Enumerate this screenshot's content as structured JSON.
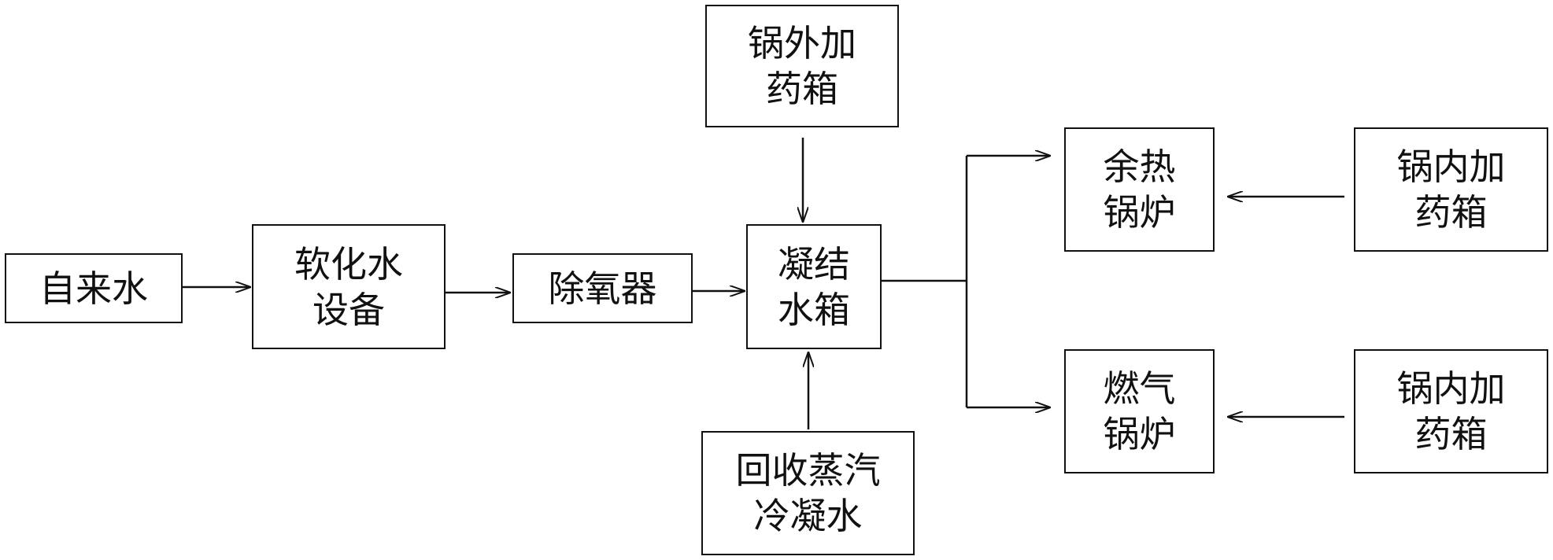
{
  "nodes": {
    "tap_water": "自来水",
    "softening": "软化水\n设备",
    "deaerator": "除氧器",
    "condensate_tank": "凝结\n水箱",
    "external_dosing": "锅外加\n药箱",
    "recovered_condensate": "回收蒸汽\n冷凝水",
    "waste_heat_boiler": "余热\n锅炉",
    "gas_boiler": "燃气\n锅炉",
    "internal_dosing_top": "锅内加\n药箱",
    "internal_dosing_bottom": "锅内加\n药箱"
  },
  "edges": [
    {
      "from": "tap_water",
      "to": "softening"
    },
    {
      "from": "softening",
      "to": "deaerator"
    },
    {
      "from": "deaerator",
      "to": "condensate_tank"
    },
    {
      "from": "external_dosing",
      "to": "condensate_tank"
    },
    {
      "from": "recovered_condensate",
      "to": "condensate_tank"
    },
    {
      "from": "condensate_tank",
      "to": "waste_heat_boiler"
    },
    {
      "from": "condensate_tank",
      "to": "gas_boiler"
    },
    {
      "from": "internal_dosing_top",
      "to": "waste_heat_boiler"
    },
    {
      "from": "internal_dosing_bottom",
      "to": "gas_boiler"
    }
  ],
  "colors": {
    "line": "#111111",
    "box_border": "#111111",
    "text": "#111111",
    "background": "#ffffff"
  }
}
